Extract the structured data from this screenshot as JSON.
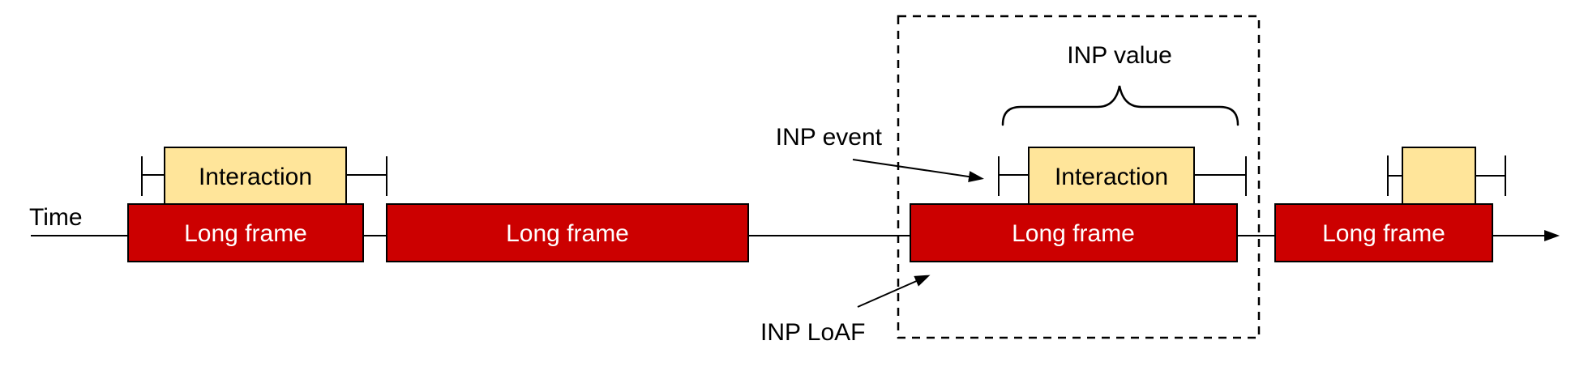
{
  "diagram": {
    "title_semantic": "INP long animation frame timeline diagram",
    "axis_label": "Time",
    "annotations": {
      "inp_event": "INP event",
      "inp_value": "INP value",
      "inp_loaf": "INP LoAF"
    },
    "long_frames": [
      {
        "label": "Long frame"
      },
      {
        "label": "Long frame"
      },
      {
        "label": "Long frame"
      },
      {
        "label": "Long frame"
      }
    ],
    "interactions": [
      {
        "label": "Interaction"
      },
      {
        "label": "Interaction"
      },
      {
        "label": ""
      }
    ],
    "colors": {
      "long-frame-fill": "#cc0000",
      "long-frame-text": "#ffffff",
      "interaction-fill": "#ffe59a",
      "line-color": "#000000",
      "text-color": "#000000",
      "background": "#ffffff"
    }
  }
}
